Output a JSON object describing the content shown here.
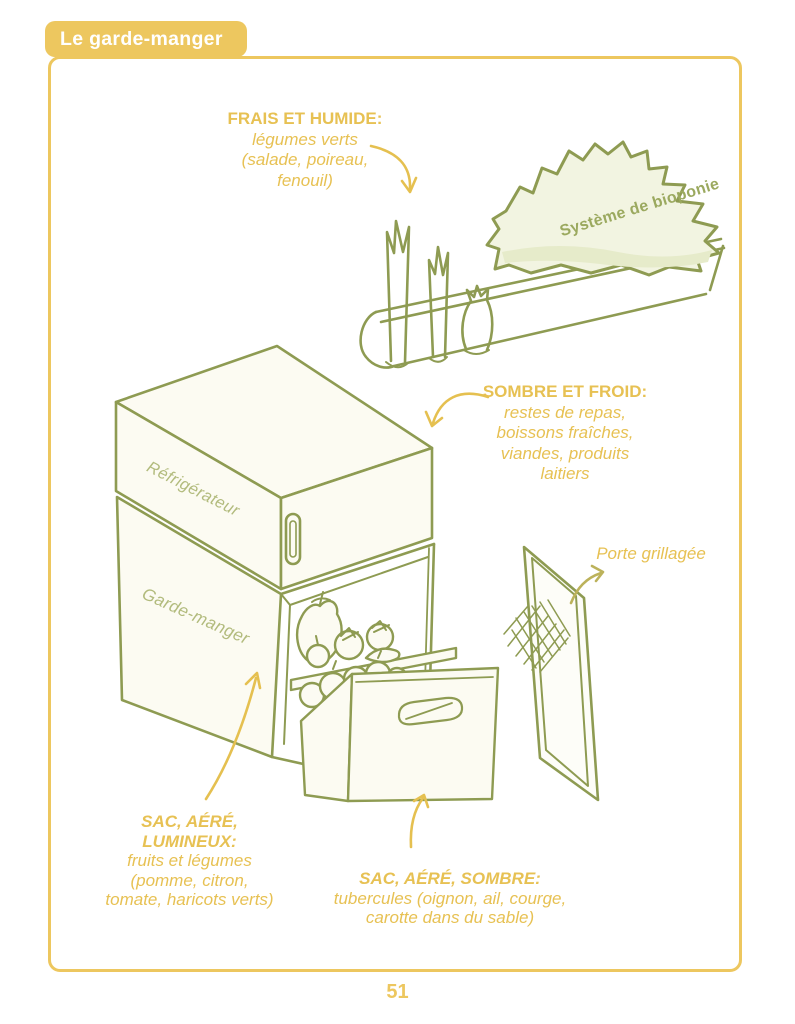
{
  "page": {
    "badge_label": "Le garde-manger",
    "page_number": "51"
  },
  "illustration": {
    "bioponics_system_label": "Système de bioponie",
    "refrigerator_label": "Réfrigérateur",
    "pantry_label": "Garde-manger",
    "mesh_door_label": "Porte grillagée"
  },
  "annotations": {
    "fresh_humid": {
      "title": "FRAIS ET HUMIDE:",
      "lines": [
        "légumes verts",
        "(salade, poireau,",
        "fenouil)"
      ]
    },
    "dark_cold": {
      "title": "SOMBRE ET FROID:",
      "lines": [
        "restes de repas,",
        "boissons fraîches,",
        "viandes, produits",
        "laitiers"
      ]
    },
    "bag_airy_bright": {
      "title": "SAC, AÉRÉ, LUMINEUX:",
      "lines": [
        "fruits et légumes",
        "(pomme, citron,",
        "tomate, haricots verts)"
      ]
    },
    "bag_airy_dark": {
      "title": "SAC, AÉRÉ, SOMBRE:",
      "lines": [
        "tubercules (oignon, ail, courge,",
        "carotte dans du sable)"
      ]
    }
  },
  "colors": {
    "accent_yellow": "#edc75f",
    "text_yellow": "#e7c153",
    "olive_line": "#8e9b52",
    "pale_leaf": "#f2f4e1"
  }
}
